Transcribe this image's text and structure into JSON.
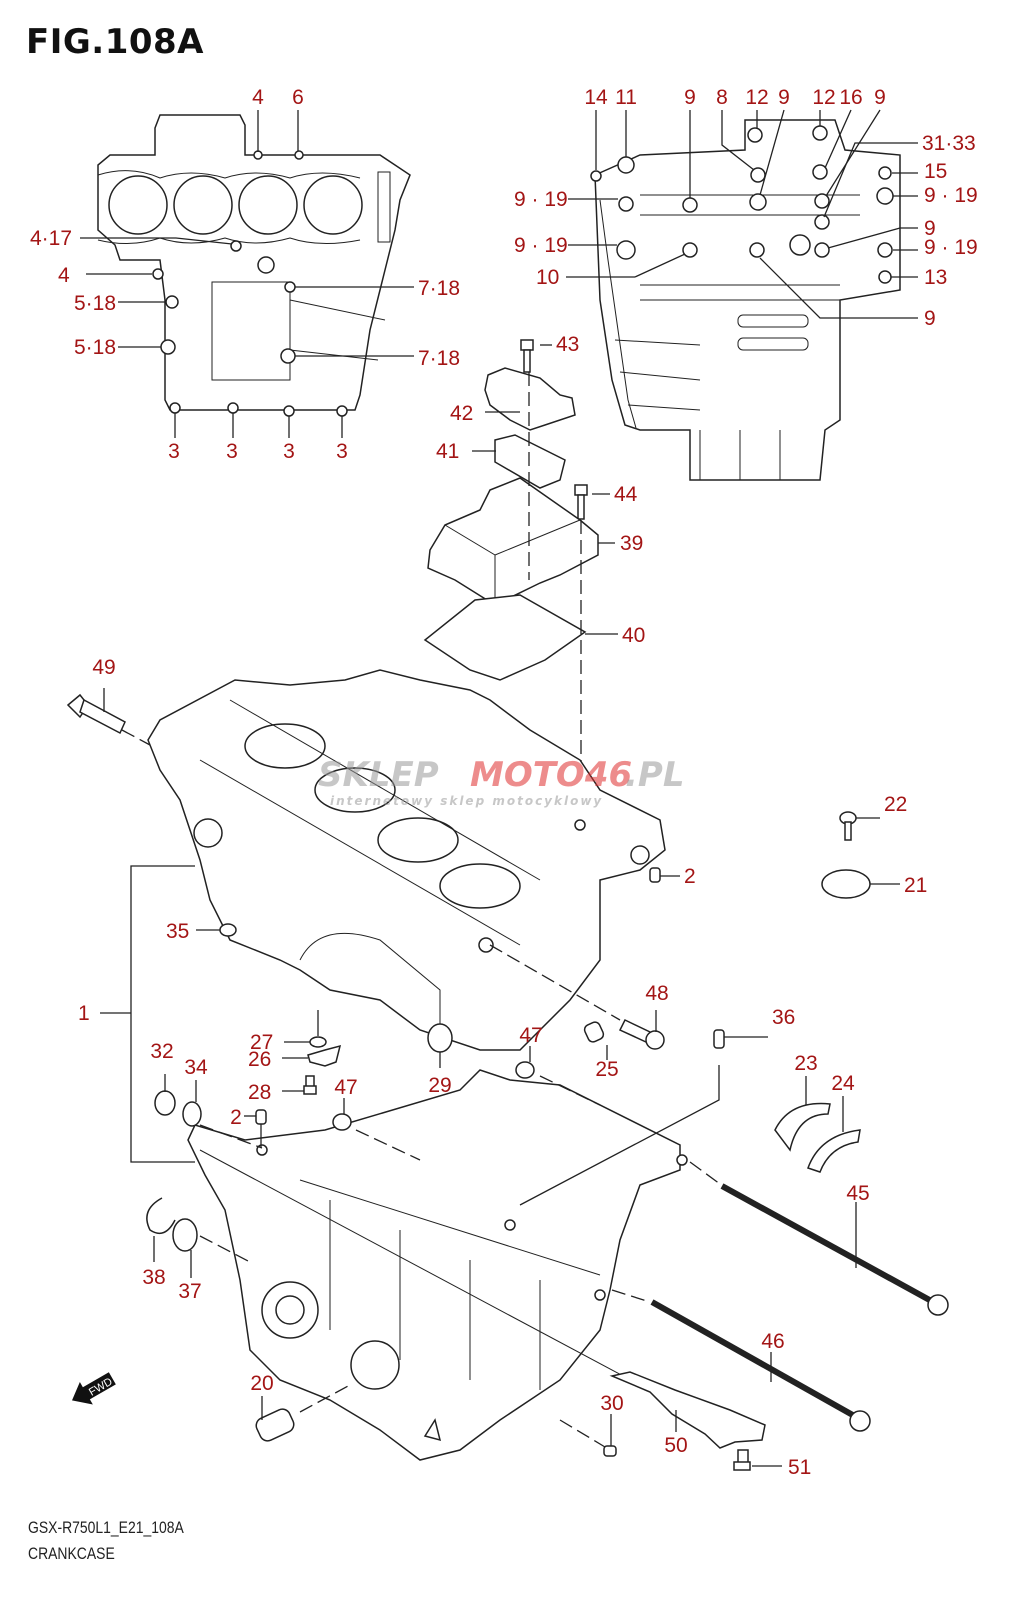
{
  "figure": {
    "title": "FIG.108A",
    "model_code": "GSX-R750L1_E21_108A",
    "section_name": "CRANKCASE"
  },
  "watermark": {
    "brand_gray": "SKLEP",
    "brand_red": "MOTO46",
    "suffix": ".PL",
    "tagline": "internetowy sklep motocyklowy"
  },
  "direction_badge": {
    "label": "FWD",
    "icon": "forward-arrow-icon"
  },
  "colors": {
    "callout_text": "#a31515",
    "line_art": "#222222",
    "background": "#ffffff",
    "watermark_red": "#e03030"
  },
  "callouts": {
    "upper_left_view": [
      "4",
      "6",
      "4·17",
      "4",
      "5·18",
      "5·18",
      "7·18",
      "7·18",
      "3",
      "3",
      "3",
      "3"
    ],
    "upper_right_view": [
      "14",
      "11",
      "9",
      "8",
      "12",
      "9",
      "12",
      "16",
      "9",
      "31·33",
      "15",
      "9 · 19",
      "9 · 19",
      "9",
      "9 · 19",
      "9 · 19",
      "10",
      "13",
      "9"
    ],
    "breather": [
      "43",
      "42",
      "41",
      "44",
      "39",
      "40"
    ],
    "main_assembly": [
      "49",
      "22",
      "21",
      "2",
      "35",
      "1",
      "48",
      "36",
      "47",
      "25",
      "27",
      "26",
      "32",
      "34",
      "28",
      "47",
      "29",
      "2",
      "23",
      "24",
      "45",
      "46",
      "38",
      "37",
      "20",
      "30",
      "50",
      "51"
    ]
  }
}
